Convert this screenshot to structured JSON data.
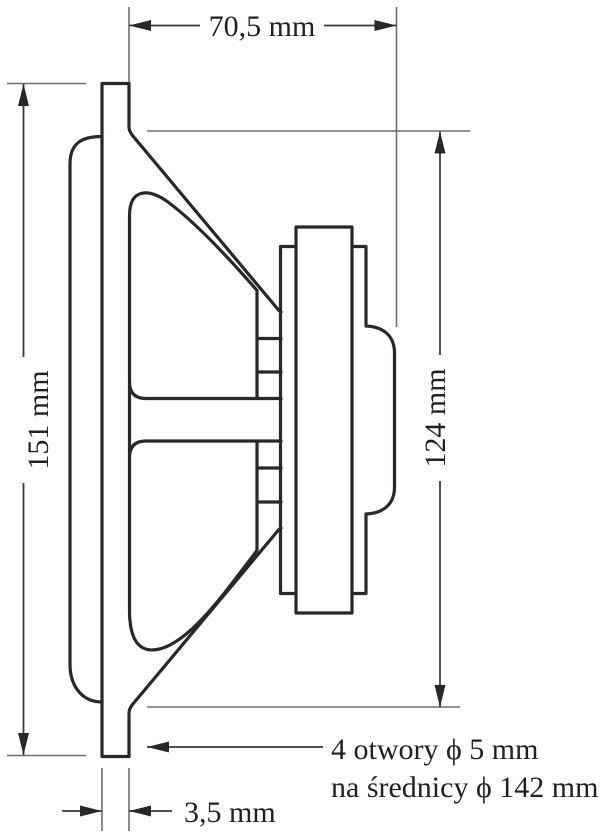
{
  "drawing": {
    "type": "technical-dimension-drawing",
    "subject": "loudspeaker side cross-section",
    "dimensions": {
      "depth_top": "70,5 mm",
      "front_height": "151 mm",
      "rear_height": "124 mm",
      "flange_thickness": "3,5 mm"
    },
    "mounting_note": {
      "line1": "4 otwory ϕ 5 mm",
      "line2": "na średnicy ϕ 142 mm"
    },
    "colors": {
      "background": "#ffffff",
      "outline": "#2b2728",
      "dimension_line": "#3a3a3a",
      "extension_line": "#6f6f6f",
      "text": "#231f20"
    }
  }
}
